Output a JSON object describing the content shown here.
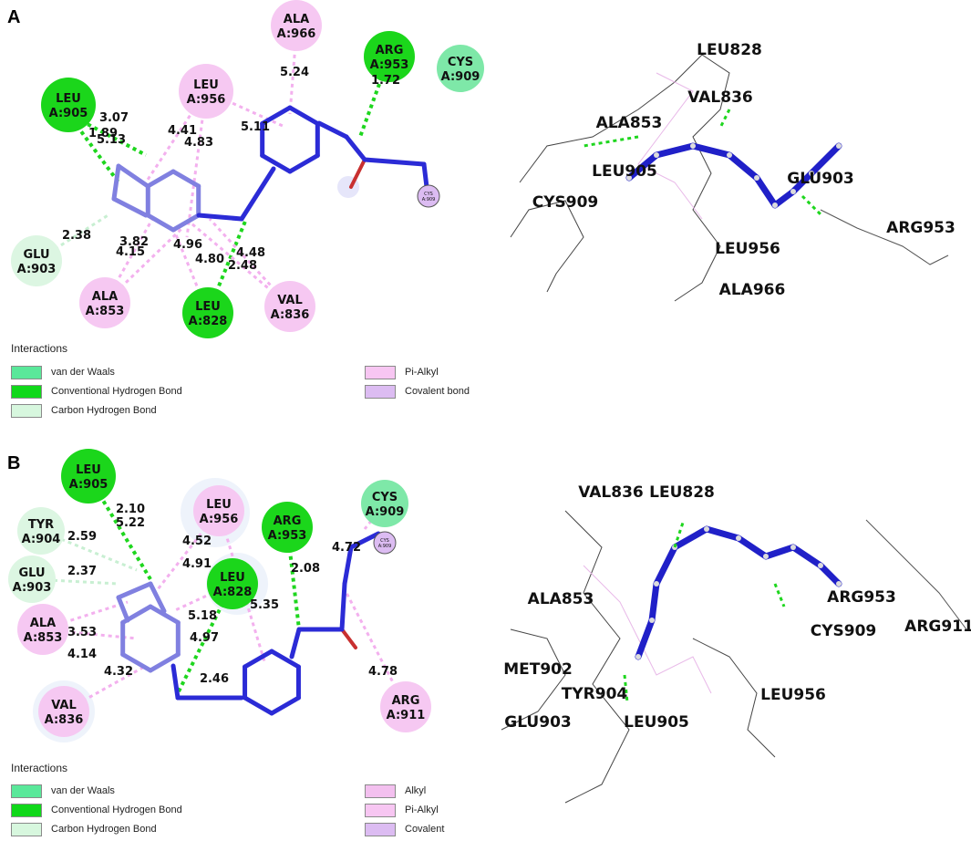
{
  "panels": [
    {
      "letter": "A",
      "legend_title": "Interactions",
      "legend": [
        {
          "label": "van der Waals",
          "color": "#5ae89a"
        },
        {
          "label": "Conventional Hydrogen Bond",
          "color": "#10d81a"
        },
        {
          "label": "Carbon Hydrogen Bond",
          "color": "#d7f7de"
        },
        {
          "label": "Pi-Alkyl",
          "color": "#f7c6f2"
        },
        {
          "label": "Covalent bond",
          "color": "#dcbcf2"
        }
      ],
      "residues": [
        {
          "chain": "LEU",
          "num": "A:905",
          "type": "hbond"
        },
        {
          "chain": "LEU",
          "num": "A:956",
          "type": "alkyl"
        },
        {
          "chain": "ALA",
          "num": "A:966",
          "type": "alkyl"
        },
        {
          "chain": "ARG",
          "num": "A:953",
          "type": "hbond"
        },
        {
          "chain": "CYS",
          "num": "A:909",
          "type": "vdw"
        },
        {
          "chain": "GLU",
          "num": "A:903",
          "type": "chbond"
        },
        {
          "chain": "ALA",
          "num": "A:853",
          "type": "alkyl"
        },
        {
          "chain": "LEU",
          "num": "A:828",
          "type": "hbond"
        },
        {
          "chain": "VAL",
          "num": "A:836",
          "type": "alkyl"
        }
      ],
      "covalent_tag": "CYS A:909",
      "distances": [
        "3.07",
        "1.89",
        "5.13",
        "4.41",
        "4.83",
        "5.11",
        "5.24",
        "1.72",
        "2.38",
        "3.82",
        "4.15",
        "4.96",
        "4.80",
        "4.48",
        "2.48"
      ],
      "labels_3d": [
        "LEU828",
        "VAL836",
        "ALA853",
        "LEU905",
        "CYS909",
        "GLU903",
        "ARG953",
        "LEU956",
        "ALA966"
      ]
    },
    {
      "letter": "B",
      "legend_title": "Interactions",
      "legend": [
        {
          "label": "van der Waals",
          "color": "#5ae89a"
        },
        {
          "label": "Conventional Hydrogen Bond",
          "color": "#10d81a"
        },
        {
          "label": "Carbon Hydrogen Bond",
          "color": "#d7f7de"
        },
        {
          "label": "Alkyl",
          "color": "#f3c0ef"
        },
        {
          "label": "Pi-Alkyl",
          "color": "#f7c6f2"
        },
        {
          "label": "Covalent",
          "color": "#dcbcf2"
        }
      ],
      "residues": [
        {
          "chain": "LEU",
          "num": "A:905",
          "type": "hbond"
        },
        {
          "chain": "TYR",
          "num": "A:904",
          "type": "chbond"
        },
        {
          "chain": "GLU",
          "num": "A:903",
          "type": "chbond"
        },
        {
          "chain": "LEU",
          "num": "A:956",
          "type": "alkyl"
        },
        {
          "chain": "ARG",
          "num": "A:953",
          "type": "hbond"
        },
        {
          "chain": "CYS",
          "num": "A:909",
          "type": "vdw"
        },
        {
          "chain": "LEU",
          "num": "A:828",
          "type": "hbond"
        },
        {
          "chain": "ALA",
          "num": "A:853",
          "type": "alkyl"
        },
        {
          "chain": "VAL",
          "num": "A:836",
          "type": "alkyl"
        },
        {
          "chain": "ARG",
          "num": "A:911",
          "type": "alkyl"
        }
      ],
      "covalent_tag": "CYS A:909",
      "distances": [
        "2.10",
        "5.22",
        "2.59",
        "4.52",
        "4.91",
        "2.37",
        "4.72",
        "2.08",
        "5.35",
        "5.18",
        "4.97",
        "3.53",
        "4.14",
        "2.46",
        "4.32",
        "4.78"
      ],
      "labels_3d": [
        "VAL836",
        "LEU828",
        "ALA853",
        "ARG953",
        "ARG911",
        "CYS909",
        "MET902",
        "TYR904",
        "LEU956",
        "GLU903",
        "LEU905"
      ]
    }
  ],
  "colors": {
    "hbond_fill": "#1bd61b",
    "vdw_fill": "#7ee8a8",
    "chbond_fill": "#dcf6e2",
    "alkyl_fill": "#f6c8f2",
    "ligand": "#2b2bd6",
    "ligand_light": "#9a9ae8",
    "hbond_line": "#1ed61e",
    "alkyl_line": "#f3b0ee",
    "chbond_line": "#c8efd2"
  }
}
